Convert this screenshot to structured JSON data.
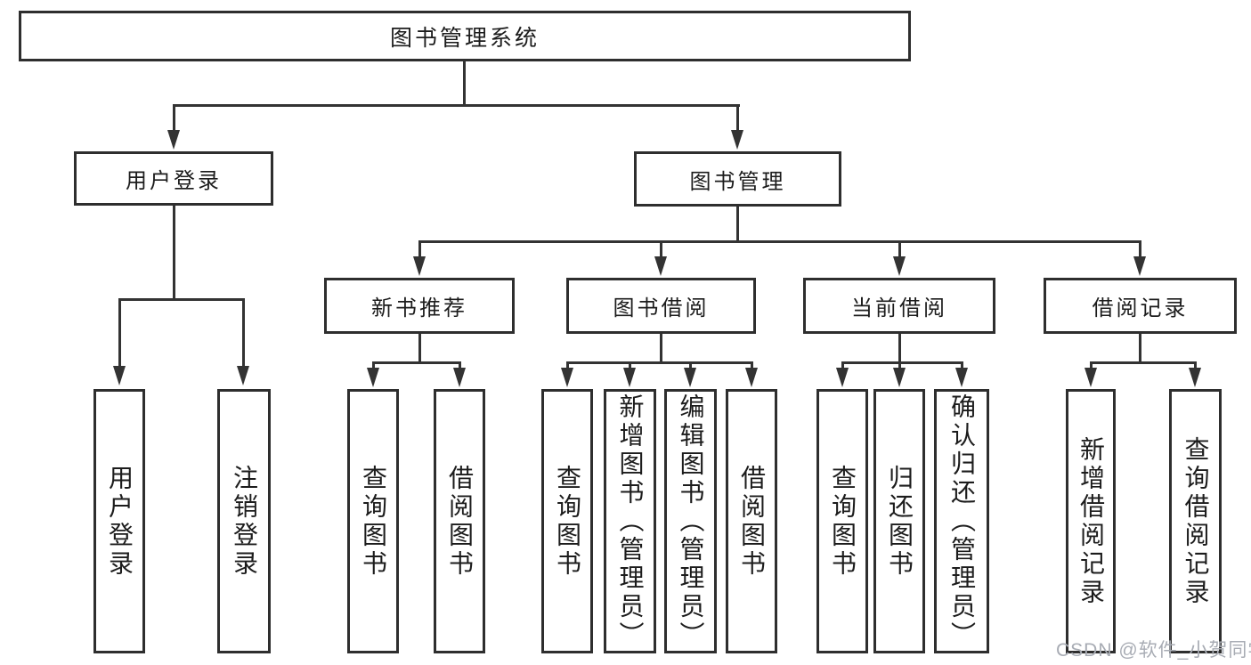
{
  "diagram": {
    "type": "tree",
    "root": {
      "label": "图书管理系统"
    },
    "level2": [
      {
        "label": "用户登录"
      },
      {
        "label": "图书管理"
      }
    ],
    "level3": [
      {
        "label": "新书推荐",
        "parent": "图书管理"
      },
      {
        "label": "图书借阅",
        "parent": "图书管理"
      },
      {
        "label": "当前借阅",
        "parent": "图书管理"
      },
      {
        "label": "借阅记录",
        "parent": "图书管理"
      }
    ],
    "leaves": [
      {
        "label": "用户登录",
        "parent": "用户登录"
      },
      {
        "label": "注销登录",
        "parent": "用户登录"
      },
      {
        "label": "查询图书",
        "parent": "新书推荐"
      },
      {
        "label": "借阅图书",
        "parent": "新书推荐"
      },
      {
        "label": "查询图书",
        "parent": "图书借阅"
      },
      {
        "label": "新增图书（管理员）",
        "parent": "图书借阅"
      },
      {
        "label": "编辑图书（管理员）",
        "parent": "图书借阅"
      },
      {
        "label": "借阅图书",
        "parent": "图书借阅"
      },
      {
        "label": "查询图书",
        "parent": "当前借阅"
      },
      {
        "label": "归还图书",
        "parent": "当前借阅"
      },
      {
        "label": "确认归还（管理员）",
        "parent": "当前借阅"
      },
      {
        "label": "新增借阅记录",
        "parent": "借阅记录"
      },
      {
        "label": "查询借阅记录",
        "parent": "借阅记录"
      }
    ],
    "colors": {
      "line": "#333333",
      "border": "#2e2e2e",
      "text": "#1c1c1c",
      "background": "#ffffff",
      "watermark": "#a8acb4"
    }
  },
  "watermark": {
    "text": "CSDN @软件_小贺同学"
  }
}
